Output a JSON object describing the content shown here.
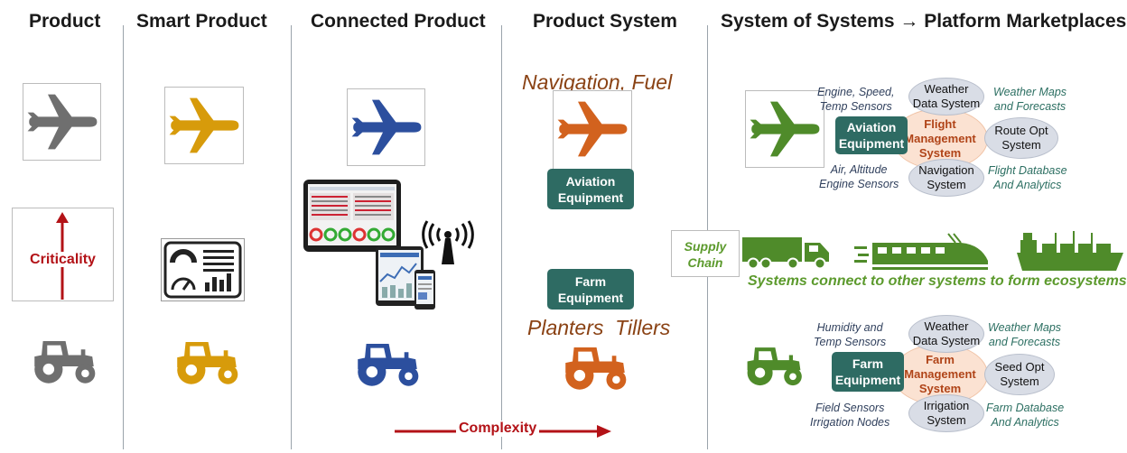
{
  "headers": {
    "product": "Product",
    "smart_product": "Smart Product",
    "connected_product": "Connected Product",
    "product_system": "Product System",
    "system_of_systems": "System of Systems → Platform Marketplaces"
  },
  "criticality_label": "Criticality",
  "complexity_label": "Complexity",
  "product_system": {
    "navigation_fuel": "Navigation, Fuel",
    "aviation_equipment": "Aviation Equipment",
    "farm_equipment": "Farm Equipment",
    "planters_tillers": "Planters  Tillers"
  },
  "aviation_ecosystem": {
    "engine_sensors_top": "Engine, Speed,\nTemp Sensors",
    "weather": "Weather\nData System",
    "weather_maps": "Weather Maps\nand Forecasts",
    "equipment": "Aviation\nEquipment",
    "center": "Flight\nManagement\nSystem",
    "route": "Route Opt\nSystem",
    "air_sensors": "Air, Altitude\nEngine Sensors",
    "navigation": "Navigation\nSystem",
    "flight_db": "Flight Database\nAnd Analytics"
  },
  "supply_chain": "Supply\nChain",
  "ecosystem_text": "Systems connect to other systems to form ecosystems",
  "farm_ecosystem": {
    "humidity_sensors": "Humidity and\nTemp Sensors",
    "weather": "Weather\nData System",
    "weather_maps": "Weather Maps\nand Forecasts",
    "equipment": "Farm\nEquipment",
    "center": "Farm\nManagement\nSystem",
    "seed": "Seed Opt\nSystem",
    "field_sensors": "Field Sensors\nIrrigation Nodes",
    "irrigation": "Irrigation\nSystem",
    "farm_db": "Farm Database\nAnd Analytics"
  },
  "colors": {
    "grey": "#6f6f6f",
    "gold": "#d79b0b",
    "blue": "#2c4f9e",
    "orange": "#d2621e",
    "green": "#4f8b2a",
    "teal": "#2e6b63",
    "red": "#b31217"
  }
}
